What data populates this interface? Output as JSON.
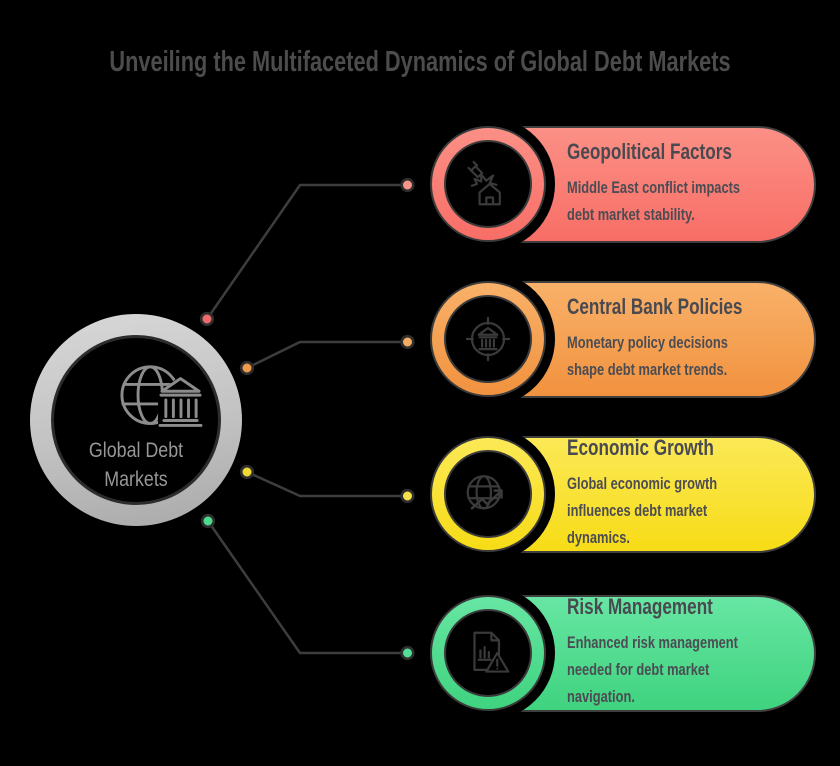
{
  "page": {
    "background": "#000000",
    "title": "Unveiling the Multifaceted Dynamics of Global Debt Markets",
    "title_color": "#4c4c4c"
  },
  "center": {
    "label": "Global Debt\nMarkets",
    "icon": "globe-bank-icon",
    "ring_gradient": [
      "#d8d8d8",
      "#a9a9a9"
    ],
    "label_color": "#979797",
    "icon_color": "#8c8c8c"
  },
  "connector": {
    "line_color": "#3d3d3d",
    "outline_color": "#2e2e2e"
  },
  "cards": [
    {
      "title": "Geopolitical Factors",
      "desc": "Middle East conflict impacts\ndebt market stability.",
      "icon": "missile-impact-icon",
      "colors": {
        "top": "#fb9086",
        "bottom": "#f86e66",
        "dot_inner": "#ef6a6b",
        "dot_outer": "#f9948b"
      }
    },
    {
      "title": "Central Bank Policies",
      "desc": "Monetary policy decisions\nshape debt market trends.",
      "icon": "bank-target-icon",
      "colors": {
        "top": "#f9b169",
        "bottom": "#f1923f",
        "dot_inner": "#ef9b4b",
        "dot_outer": "#f5ab62"
      }
    },
    {
      "title": "Economic Growth",
      "desc": "Global economic growth\ninfluences debt market\ndynamics.",
      "icon": "globe-growth-arrow-icon",
      "colors": {
        "top": "#fbe957",
        "bottom": "#f7dc16",
        "dot_inner": "#f2d932",
        "dot_outer": "#f5e049"
      }
    },
    {
      "title": "Risk Management",
      "desc": "Enhanced risk management\nneeded for debt market\nnavigation.",
      "icon": "risk-document-warning-icon",
      "colors": {
        "top": "#67e6a3",
        "bottom": "#3fd37f",
        "dot_inner": "#4cda8d",
        "dot_outer": "#52de95"
      }
    }
  ],
  "text_colors": {
    "card_title": "#494950",
    "card_desc": "#4c4c53"
  }
}
